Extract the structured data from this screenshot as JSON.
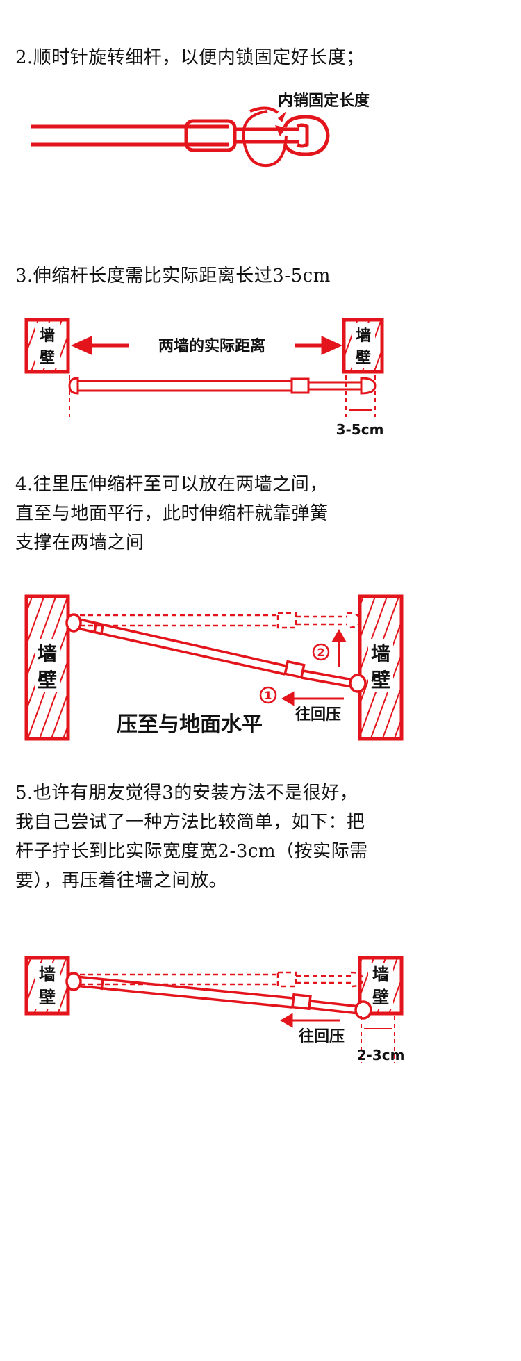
{
  "colors": {
    "accent": "#e3141b",
    "text": "#111111",
    "background": "#ffffff"
  },
  "step2": {
    "text": "2.顺时针旋转细杆，以便内锁固定好长度；",
    "callout": "内销固定长度"
  },
  "step3": {
    "text": "3.伸缩杆长度需比实际距离长过3-5cm",
    "distance_label": "两墙的实际距离",
    "wall_left": [
      "墙",
      "壁"
    ],
    "wall_right": [
      "墙",
      "壁"
    ],
    "extra_label": "3-5cm"
  },
  "step4": {
    "text": "4.往里压伸缩杆至可以放在两墙之间，\n直至与地面平行，此时伸缩杆就靠弹簧\n支撑在两墙之间",
    "wall_left": [
      "墙",
      "壁"
    ],
    "wall_right": [
      "墙",
      "壁"
    ],
    "marker1": "1",
    "marker2": "2",
    "push_label": "往回压",
    "caption": "压至与地面水平"
  },
  "step5": {
    "text": "5.也许有朋友觉得3的安装方法不是很好，\n我自己尝试了一种方法比较简单，如下：把\n杆子拧长到比实际宽度宽2-3cm（按实际需\n要），再压着往墙之间放。",
    "wall_left": [
      "墙",
      "壁"
    ],
    "wall_right": [
      "墙",
      "壁"
    ],
    "push_label": "往回压",
    "extra_label": "2-3cm"
  }
}
